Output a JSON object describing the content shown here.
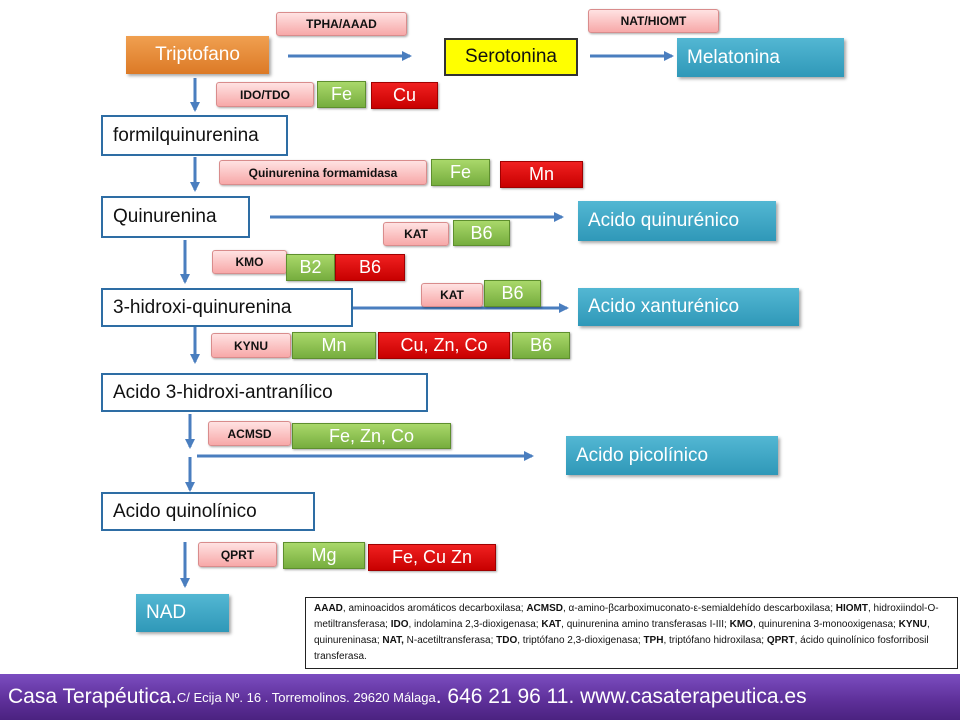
{
  "metabolites": {
    "triptofano": "Triptofano",
    "serotonina": "Serotonina",
    "melatonina": "Melatonina",
    "formilquinurenina": "formilquinurenina",
    "quinurenina": "Quinurenina",
    "acido_quinurenico": "Acido quinurénico",
    "hidroxi_quinurenina": "3-hidroxi-quinurenina",
    "acido_xanturenico": "Acido  xanturénico",
    "acido_hidroxi_antranilico": "Acido 3-hidroxi-antranílico",
    "acido_picolinico": "Acido picolínico",
    "acido_quinolinico": "Acido quinolínico",
    "nad": "NAD"
  },
  "enzymes": {
    "tpha_aaad": "TPHA/AAAD",
    "nat_hiomt": "NAT/HIOMT",
    "ido_tdo": "IDO/TDO",
    "quinurenina_formamidasa": "Quinurenina formamidasa",
    "kat_1": "KAT",
    "kmo": "KMO",
    "kat_2": "KAT",
    "kynu": "KYNU",
    "acmsd": "ACMSD",
    "qprt": "QPRT"
  },
  "cofactors": {
    "ido_fe": "Fe",
    "ido_cu": "Cu",
    "form_fe": "Fe",
    "form_mn": "Mn",
    "kat1_b6": "B6",
    "kmo_b2": "B2",
    "kmo_b6": "B6",
    "kat2_b6": "B6",
    "kynu_mn": "Mn",
    "kynu_cu_zn_co": "Cu, Zn, Co",
    "kynu_b6": "B6",
    "acmsd_fe_zn_co": "Fe, Zn, Co",
    "qprt_mg": "Mg",
    "qprt_fe_cu_zn": "Fe, Cu Zn"
  },
  "legend": [
    {
      "abbr": "AAAD",
      "text": ", aminoacidos aromáticos decarboxilasa; "
    },
    {
      "abbr": "ACMSD",
      "text": ", α-amino-βcarboximuconato-ε-semialdehído descarboxilasa; "
    },
    {
      "abbr": "HIOMT",
      "text": ", hidroxiindol-O-metiltransferasa; "
    },
    {
      "abbr": "IDO",
      "text": ", indolamina 2,3-dioxigenasa; "
    },
    {
      "abbr": "KAT",
      "text": ", quinurenina amino transferasas I-III; "
    },
    {
      "abbr": "KMO",
      "text": ", quinurenina 3-monooxigenasa; "
    },
    {
      "abbr": "KYNU",
      "text": ", quinureninasa; "
    },
    {
      "abbr": "NAT,",
      "text": " N-acetiltransferasa; "
    },
    {
      "abbr": "TDO",
      "text": ", triptófano 2,3-dioxigenasa; "
    },
    {
      "abbr": "TPH",
      "text": ", triptófano hidroxilasa; "
    },
    {
      "abbr": "QPRT",
      "text": ", ácido quinolínico fosforribosil transferasa."
    }
  ],
  "footer": {
    "name": "Casa Terapéutica.",
    "address": " C/ Ecija Nº. 16 . Torremolinos.  29620 Málaga",
    "contact": ". 646 21 96 11. www.casaterapeutica.es"
  },
  "colors": {
    "arrow": "#4a7ebf",
    "box_border": "#2e6da4",
    "orange": "#e07b2a",
    "teal": "#3aa6c4",
    "green": "#8cc152",
    "red": "#e60000",
    "footer": "#6a3aa8"
  }
}
